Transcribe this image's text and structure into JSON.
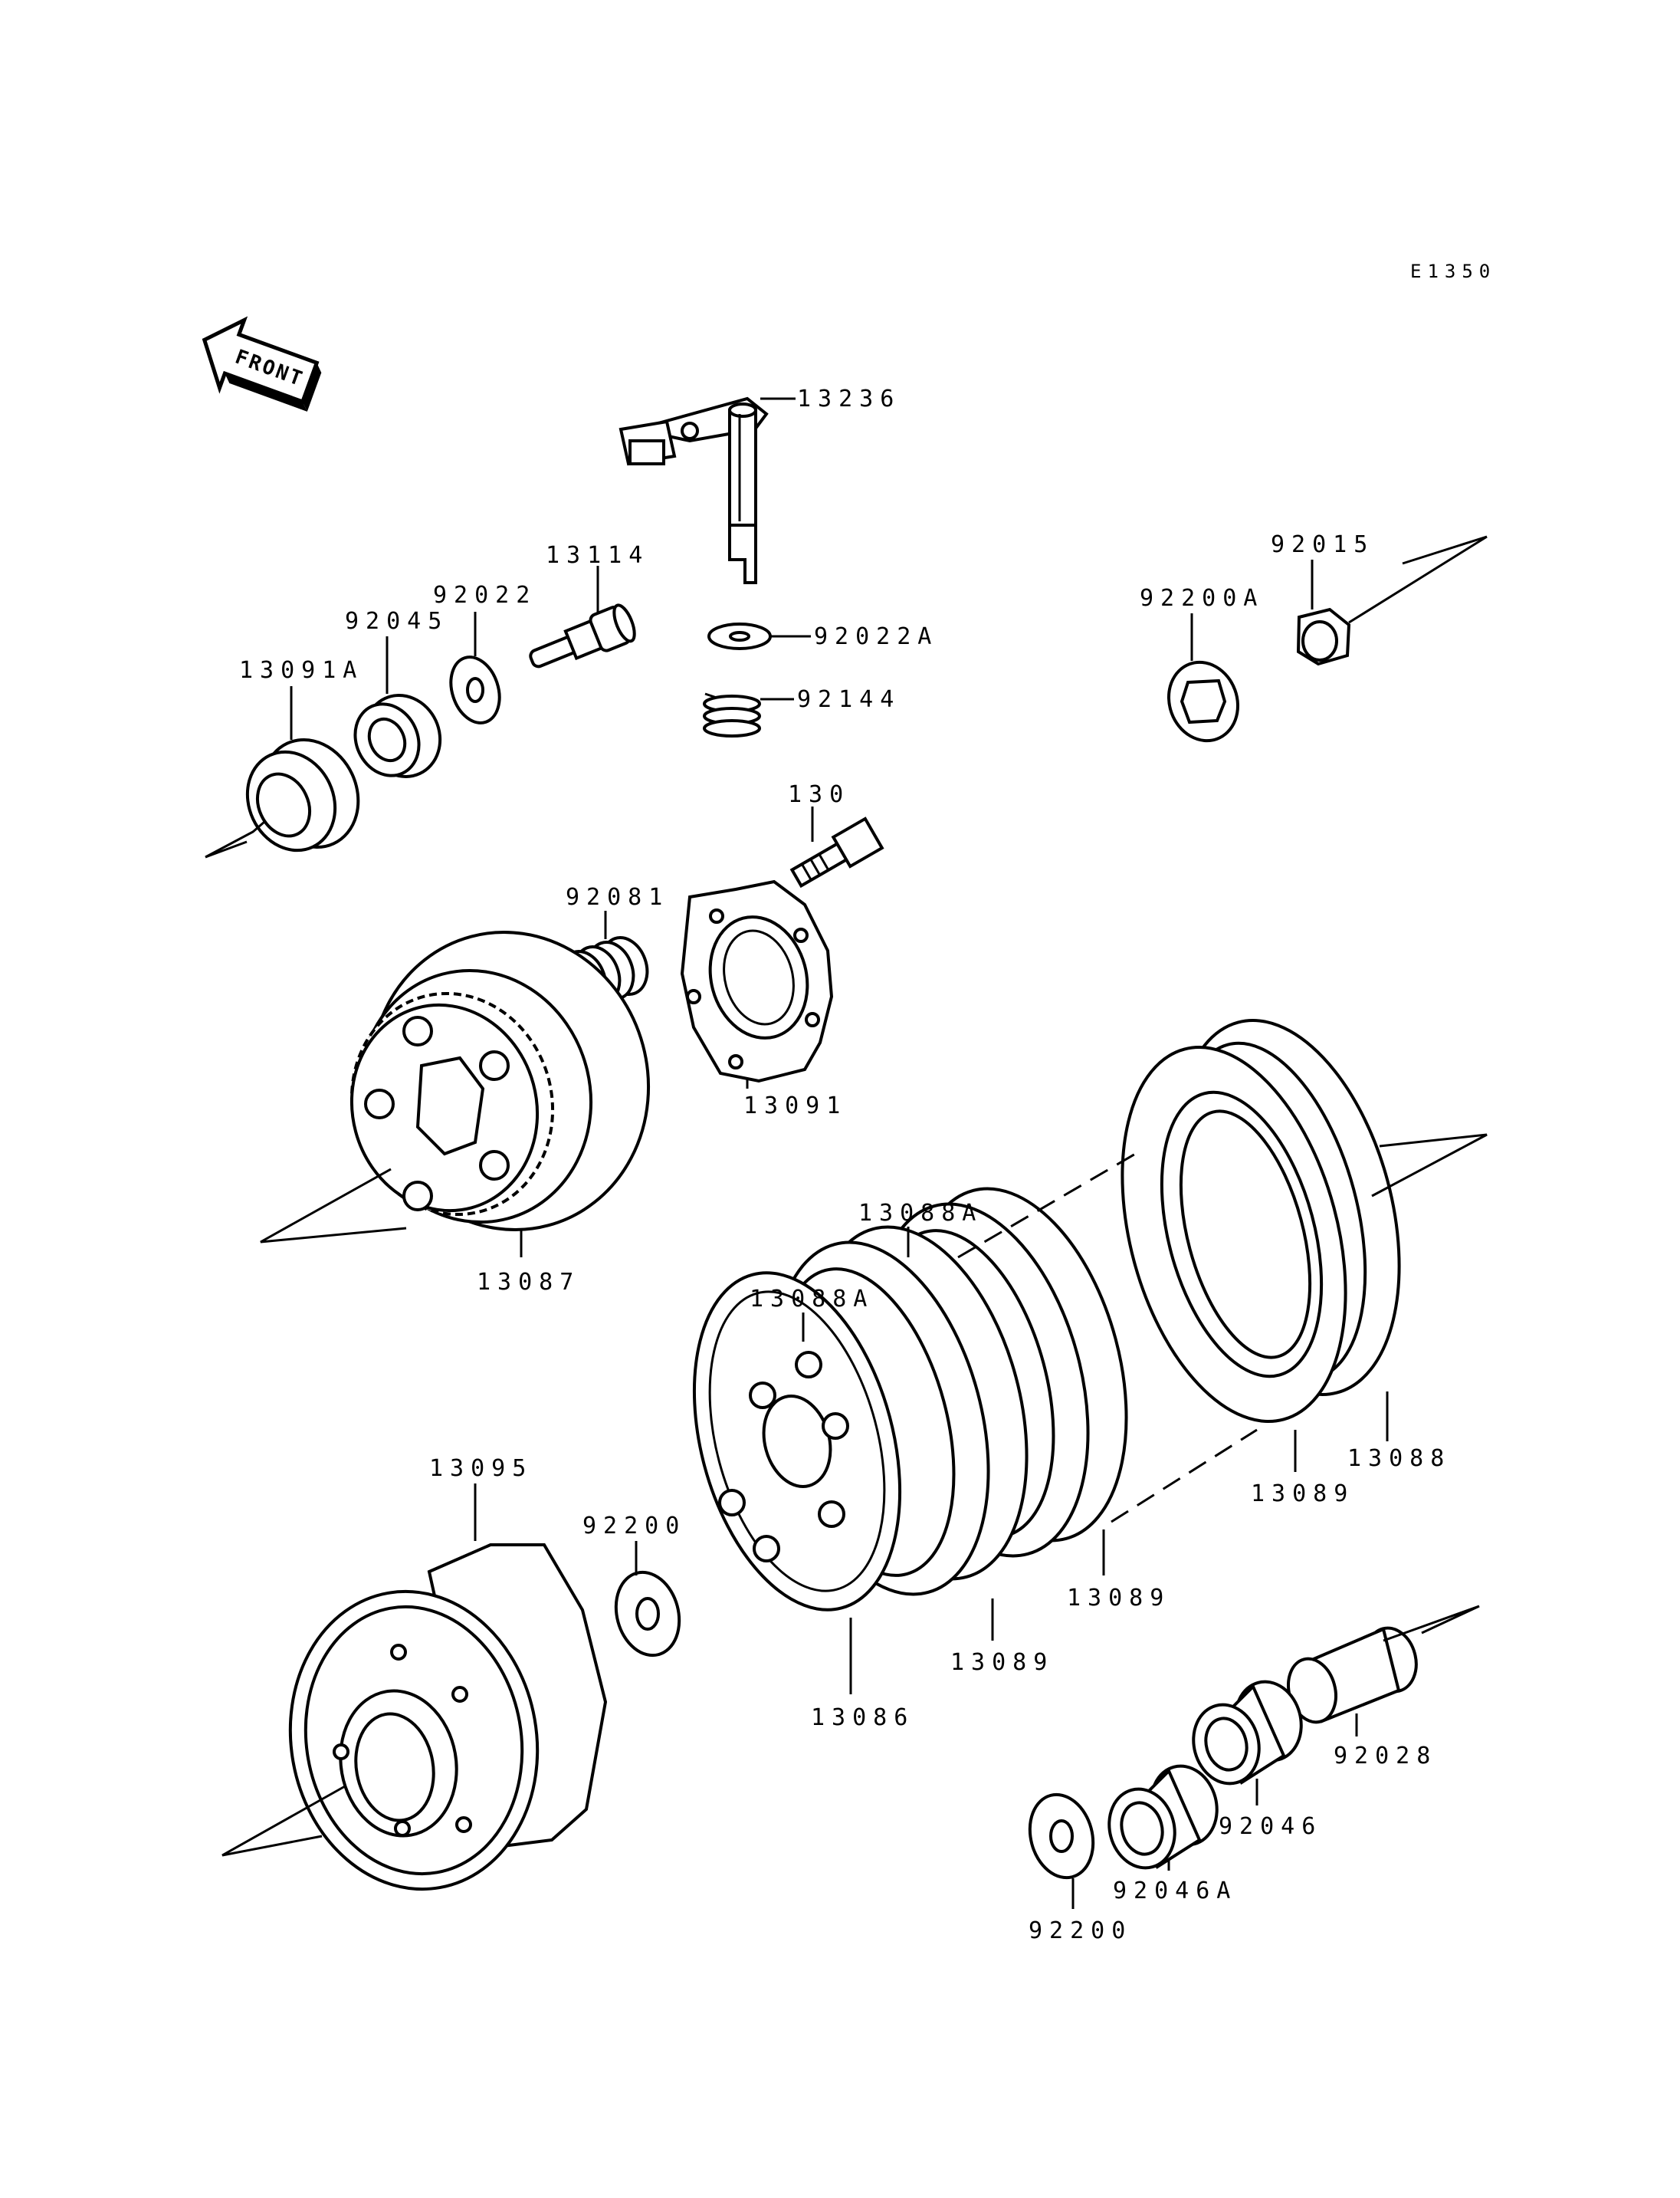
{
  "diagram_code": "E1350",
  "front_indicator": "FRONT",
  "parts": {
    "p13236": "13236",
    "p13114": "13114",
    "p92022": "92022",
    "p92022a": "92022A",
    "p92045": "92045",
    "p13091a": "13091A",
    "p92144": "92144",
    "p92015": "92015",
    "p92200a": "92200A",
    "p130": "130",
    "p92081": "92081",
    "p13091": "13091",
    "p13087": "13087",
    "p13088a_upper": "13088A",
    "p13088a_lower": "13088A",
    "p13088": "13088",
    "p13089_right": "13089",
    "p13089_mid": "13089",
    "p13089_left": "13089",
    "p13095": "13095",
    "p92200_washer": "92200",
    "p13086": "13086",
    "p92028": "92028",
    "p92046": "92046",
    "p92046a": "92046A",
    "p92200_bottom": "92200"
  }
}
